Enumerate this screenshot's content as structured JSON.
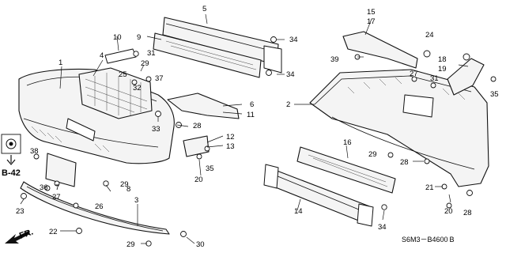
{
  "callouts": [
    "1",
    "2",
    "3",
    "4",
    "5",
    "6",
    "7",
    "8",
    "9",
    "10",
    "11",
    "12",
    "13",
    "14",
    "15",
    "16",
    "17",
    "18",
    "19",
    "20",
    "21",
    "22",
    "23",
    "24",
    "25",
    "26",
    "27",
    "28",
    "29",
    "30",
    "31",
    "32",
    "33",
    "34",
    "35",
    "36",
    "37",
    "38",
    "39"
  ],
  "callout_list": {
    "c1": "1",
    "c2": "2",
    "c3": "3",
    "c4": "4",
    "c5": "5",
    "c6": "6",
    "c7": "7",
    "c8": "8",
    "c9": "9",
    "c10": "10",
    "c11": "11",
    "c12": "12",
    "c13": "13",
    "c14": "14",
    "c15": "15",
    "c16": "16",
    "c17": "17",
    "c18": "18",
    "c19": "19",
    "c20": "20",
    "c21": "21",
    "c22": "22",
    "c23": "23",
    "c24": "24",
    "c25": "25",
    "c26": "26",
    "c27": "27",
    "c28": "28",
    "c29": "29",
    "c30": "30",
    "c31": "31",
    "c32": "32",
    "c33": "33",
    "c34": "34",
    "c35": "35",
    "c36": "36",
    "c37": "37",
    "c38": "38",
    "c39": "39"
  },
  "reference_label": "B-42",
  "front_label": "FR.",
  "diagram_code": "S6M3－B4600",
  "diagram_code_suffix": "B"
}
